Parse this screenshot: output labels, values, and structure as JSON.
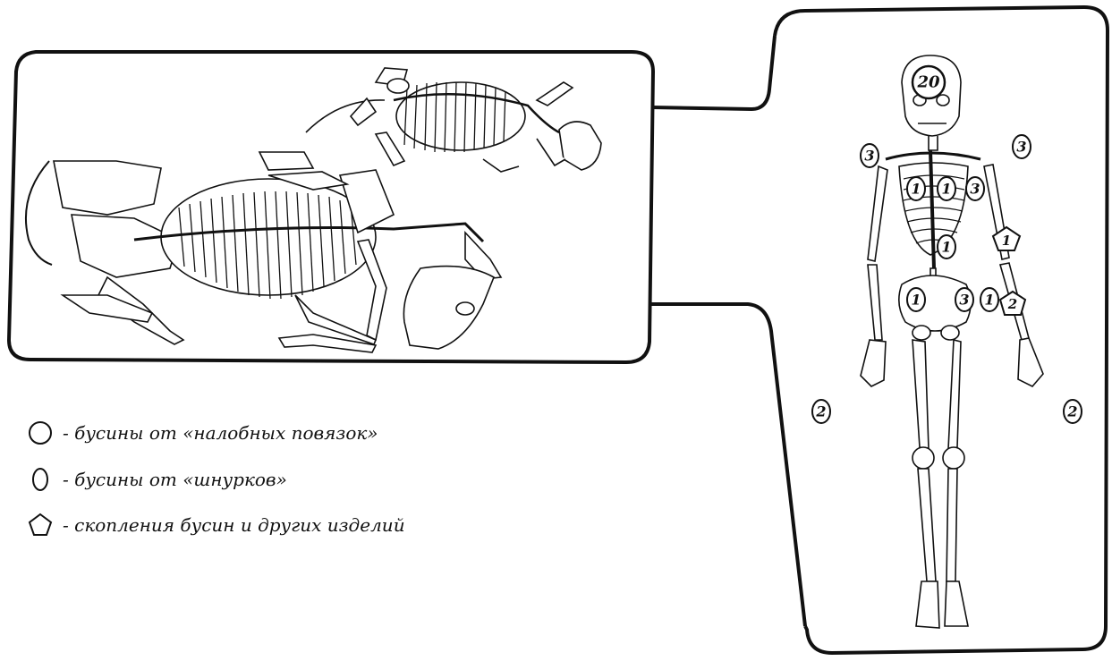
{
  "legend": {
    "items": [
      {
        "shape": "circle",
        "label": "- бусины от «налобных повязок»",
        "icon": "circle-icon"
      },
      {
        "shape": "ellipse",
        "label": "- бусины от «шнурков»",
        "icon": "ellipse-icon"
      },
      {
        "shape": "pentagon",
        "label": "- скопления бусин и других изделий",
        "icon": "pentagon-icon"
      }
    ]
  },
  "markers": {
    "skull": "20",
    "shoulder_right": "3",
    "shoulder_left": "3",
    "chest_1": "1",
    "chest_2": "1",
    "chest_3": "3",
    "spine": "1",
    "side_cluster": "1",
    "pelvis_left": "1",
    "pelvis_mid": "3",
    "pelvis_right": "1",
    "pelvis_cluster": "2",
    "grave_left": "2",
    "grave_right": "2"
  },
  "colors": {
    "ink": "#111111",
    "bone_fill": "#ffffff"
  }
}
